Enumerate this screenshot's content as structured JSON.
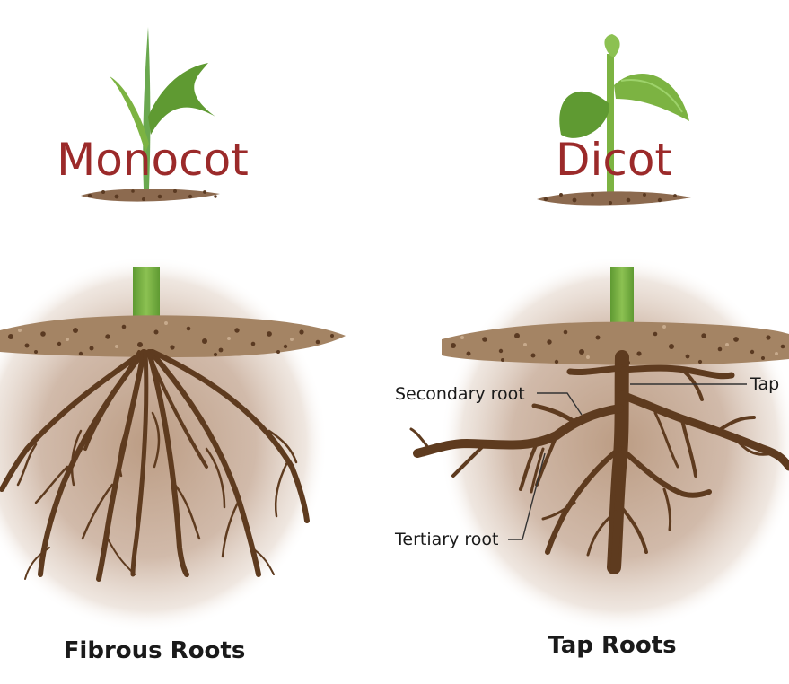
{
  "monocot": {
    "title": "Monocot",
    "caption": "Fibrous Roots"
  },
  "dicot": {
    "title": "Dicot",
    "caption": "Tap Roots",
    "labels": {
      "secondary": "Secondary root",
      "tap": "Tap",
      "tertiary": "Tertiary root"
    }
  },
  "colors": {
    "title": "#9b2a2a",
    "root": "#5e3b1f",
    "soil": "#9c7a5c",
    "soil_dark": "#5a3a22",
    "stem": "#7cb342",
    "leaf": "#6aa84f",
    "halo": "#c9ae9b",
    "text": "#1a1a1a"
  }
}
